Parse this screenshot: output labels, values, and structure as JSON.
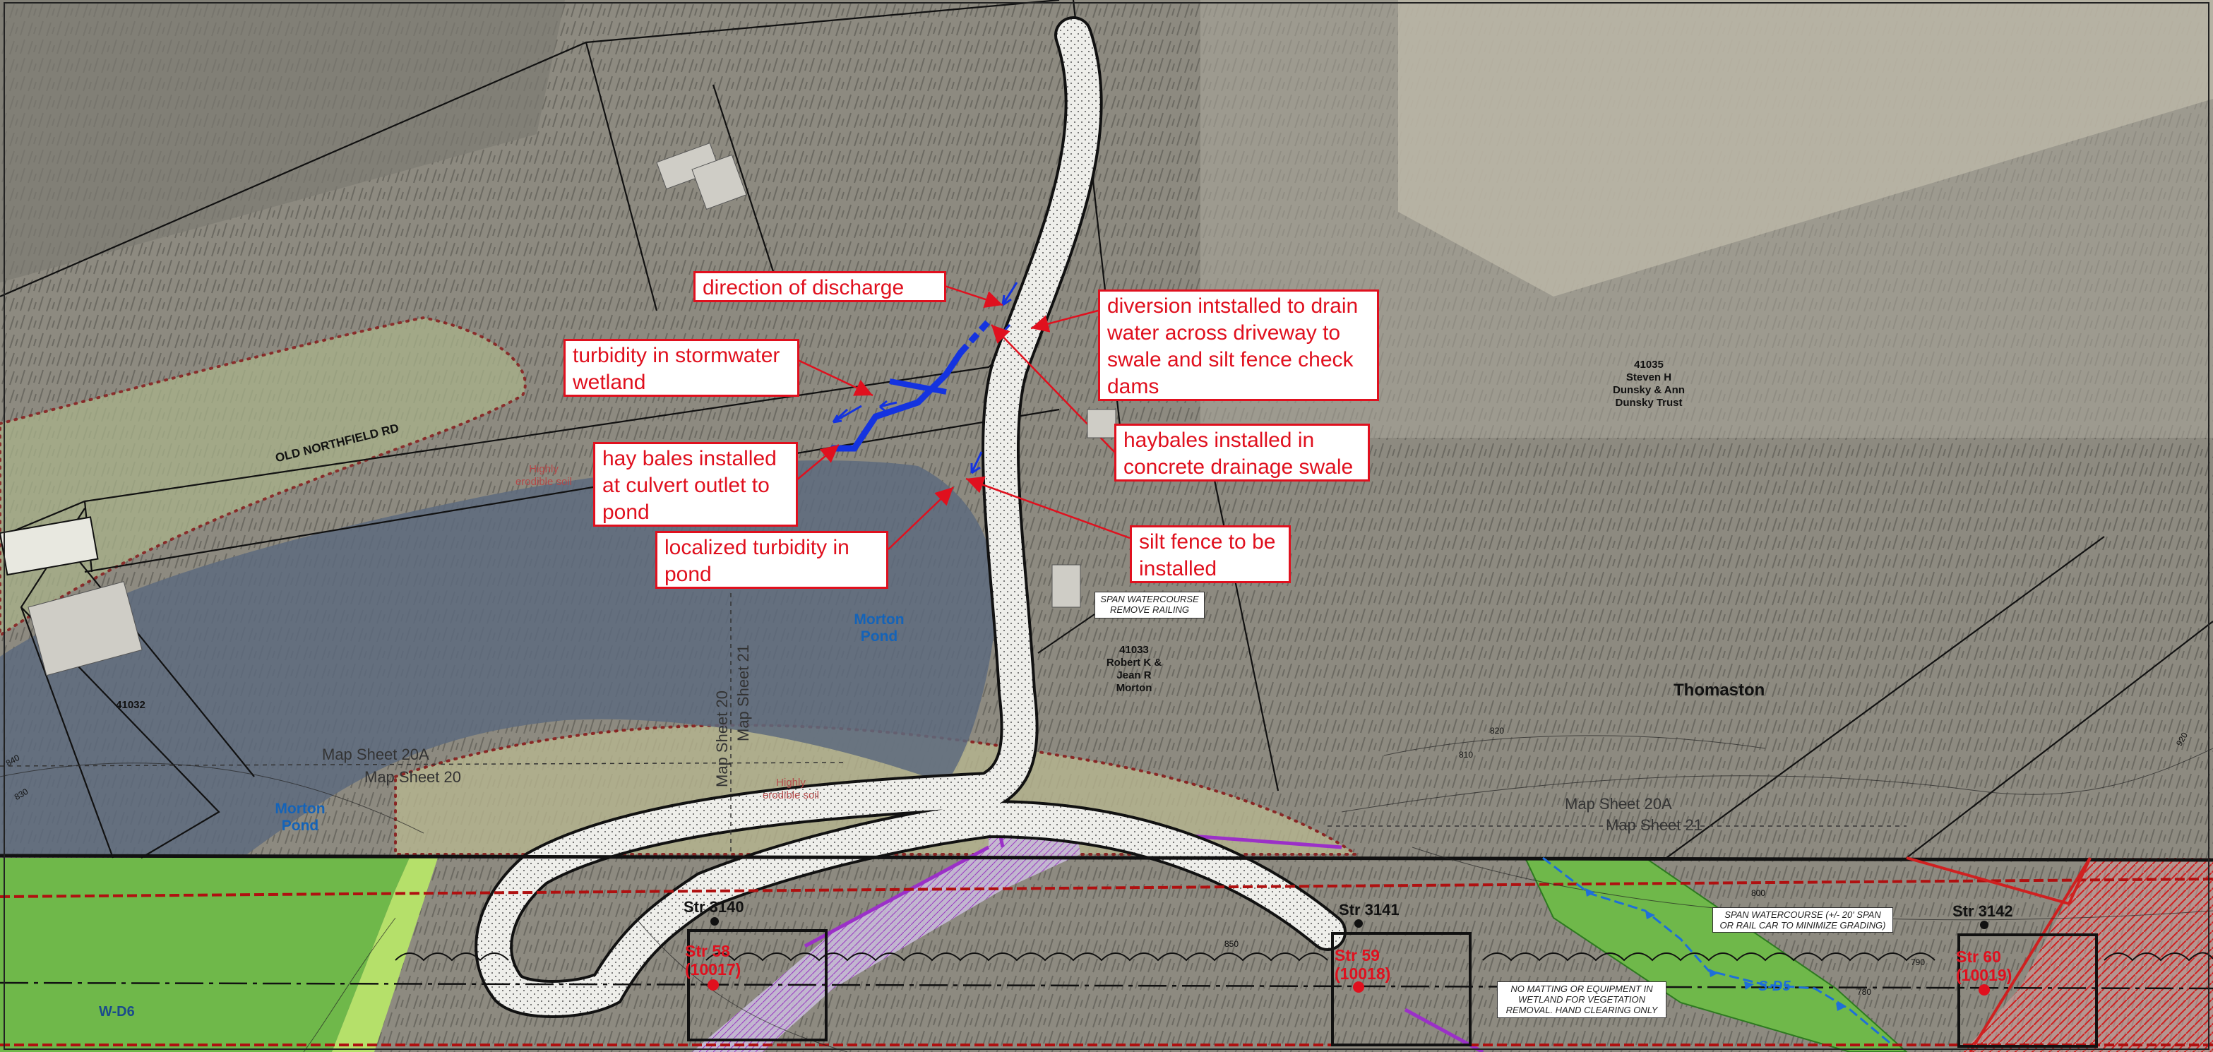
{
  "callouts": [
    {
      "id": "direction-of-discharge",
      "text": "direction of discharge"
    },
    {
      "id": "turbidity-stormwater",
      "text": "turbidity in stormwater\nwetland"
    },
    {
      "id": "diversion",
      "text": "diversion intstalled to drain\nwater across driveway to\nswale and silt fence check\ndams"
    },
    {
      "id": "haybales-swale",
      "text": "haybales installed in\nconcrete drainage swale"
    },
    {
      "id": "hay-bales-culvert",
      "text": "hay bales installed\nat culvert outlet to\npond"
    },
    {
      "id": "silt-fence",
      "text": "silt fence to be\ninstalled"
    },
    {
      "id": "localized-turbidity",
      "text": "localized turbidity in\npond"
    }
  ],
  "notes": {
    "span_railing": "SPAN WATERCOURSE\nREMOVE RAILING",
    "span_watercourse": "SPAN WATERCOURSE (+/- 20' SPAN\nOR RAIL CAR TO MINIMIZE GRADING)",
    "no_matting": "NO MATTING OR EQUIPMENT IN\nWETLAND FOR VEGETATION\nREMOVAL. HAND CLEARING ONLY"
  },
  "parcels": {
    "p41035": "41035\nSteven H\nDunsky & Ann\nDunsky Trust",
    "p41033": "41033\nRobert K &\nJean R\nMorton",
    "p41032": "41032"
  },
  "labels": {
    "road": "OLD NORTHFIELD RD",
    "town": "Thomaston",
    "pond_1": "Morton\nPond",
    "pond_2": "Morton\nPond",
    "erodible_1": "Highly\nerodible soil",
    "erodible_2": "Highly\nerodible soil",
    "sheet_20a_left": "Map Sheet 20A",
    "sheet_20_left": "Map Sheet 20",
    "sheet_20_vert": "Map Sheet 20",
    "sheet_21_vert": "Map Sheet 21",
    "sheet_20a_right": "Map Sheet 20A",
    "sheet_21_right": "Map Sheet 21",
    "wetland_wd6": "W-D6",
    "stream_sd5": "S-D5"
  },
  "structures": [
    {
      "id": "str-3140",
      "name": "Str 3140",
      "badge": "Str 58\n(10017)"
    },
    {
      "id": "str-3141",
      "name": "Str 3141",
      "badge": "Str 59\n(10018)"
    },
    {
      "id": "str-3142",
      "name": "Str 3142",
      "badge": "Str 60\n(10019)"
    }
  ],
  "contours": [
    "840",
    "830",
    "820",
    "810",
    "800",
    "790",
    "780",
    "850",
    "920"
  ],
  "colors": {
    "callout_red": "#e0101e",
    "pond": "#5d6a7e",
    "wetland_green": "#6fb84a",
    "row_purple": "#9b30c8",
    "diversion_blue": "#1433e0",
    "stream_blue": "#1e6fd9"
  }
}
